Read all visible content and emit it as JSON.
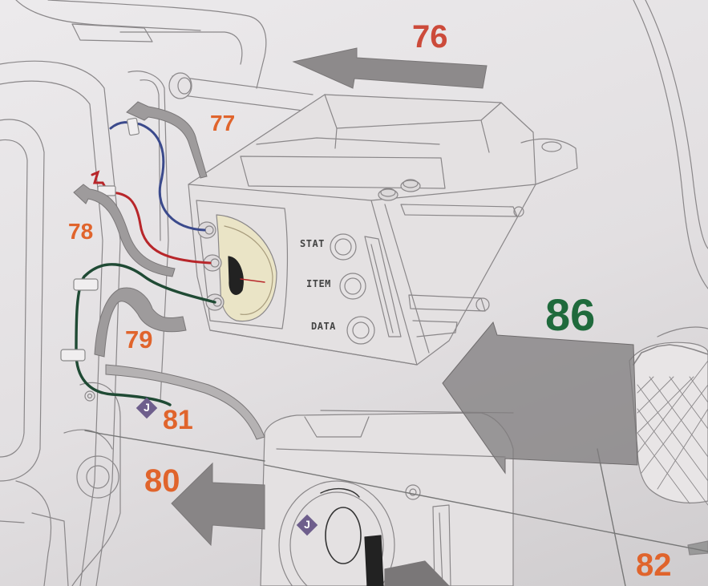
{
  "steps": {
    "s76": "76",
    "s77": "77",
    "s78": "78",
    "s79": "79",
    "s80": "80",
    "s81": "81",
    "s82": "82",
    "s86": "86"
  },
  "panel_labels": {
    "stat": "STAT",
    "item": "ITEM",
    "data": "DATA"
  },
  "badges": {
    "j_upper": "J",
    "j_lower": "J"
  },
  "colors": {
    "step_red": "#cc4a3a",
    "step_orange": "#e0642c",
    "step_green": "#1f6a3c",
    "wire_blue": "#3b4a8c",
    "wire_red": "#b8262a",
    "wire_green": "#1f4a34",
    "badge_purple": "#6e5e8c"
  },
  "icons": [
    "arrow-left-icon",
    "large-arrow-left-icon",
    "j-badge-icon",
    "connector-icon",
    "screw-icon"
  ]
}
